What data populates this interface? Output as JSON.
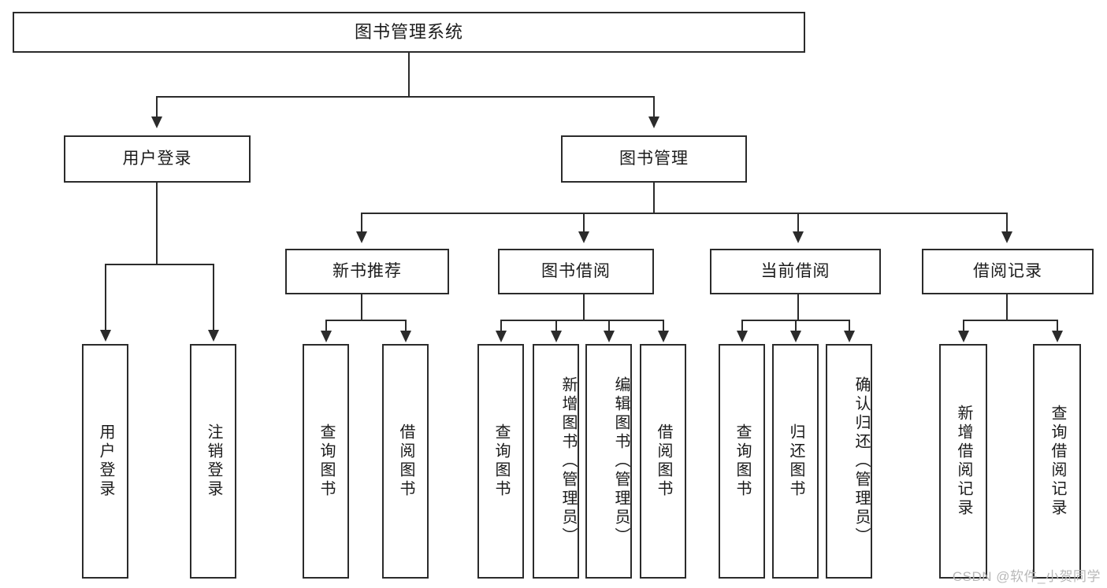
{
  "diagram": {
    "title": "图书管理系统",
    "type": "tree-structure-chart",
    "root": {
      "label": "图书管理系统"
    },
    "level2": [
      {
        "label": "用户登录"
      },
      {
        "label": "图书管理"
      }
    ],
    "level3": [
      {
        "label": "新书推荐"
      },
      {
        "label": "图书借阅"
      },
      {
        "label": "当前借阅"
      },
      {
        "label": "借阅记录"
      }
    ],
    "leaves": {
      "user_login": [
        {
          "label": "用户登录"
        },
        {
          "label": "注销登录"
        }
      ],
      "new_book_recommend": [
        {
          "label": "查询图书"
        },
        {
          "label": "借阅图书"
        }
      ],
      "book_borrow": [
        {
          "label": "查询图书"
        },
        {
          "label": "新增图书（管理员）"
        },
        {
          "label": "编辑图书（管理员）"
        },
        {
          "label": "借阅图书"
        }
      ],
      "current_borrow": [
        {
          "label": "查询图书"
        },
        {
          "label": "归还图书"
        },
        {
          "label": "确认归还（管理员）"
        }
      ],
      "borrow_record": [
        {
          "label": "新增借阅记录"
        },
        {
          "label": "查询借阅记录"
        }
      ]
    }
  },
  "watermark": {
    "text": "CSDN @软件_小贺同学"
  },
  "colors": {
    "stroke": "#2b2b2b",
    "background": "#ffffff",
    "text": "#1b1b1b",
    "watermark": "#b8b8b8"
  }
}
